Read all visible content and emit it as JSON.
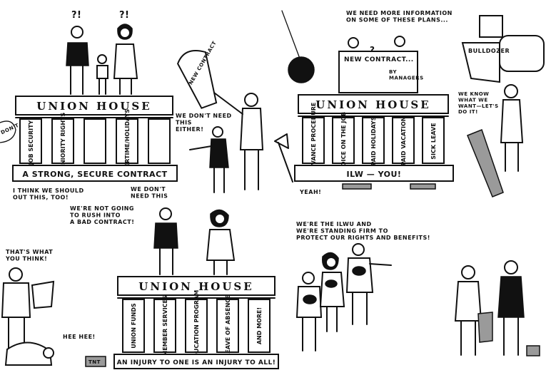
{
  "panel1": {
    "top_left_edge": "DON'T",
    "question_marks": [
      "?!",
      "?!"
    ],
    "house_title": "UNION HOUSE",
    "columns": [
      "JOB SECURITY",
      "SENIORITY RIGHTS",
      "",
      "OVERTIME/HOLIDAYS",
      ""
    ],
    "base": "A STRONG, SECURE CONTRACT",
    "bottom_left": "I THINK WE SHOULD\nOUT THIS, TOO!",
    "bottom_right": "WE DON'T\nNEED THIS",
    "scroll": "NEW CONTRACT",
    "bubble": "WE DON'T NEED\nTHIS\nEITHER!"
  },
  "panel2": {
    "speech_top": "WE NEED MORE INFORMATION\nON SOME OF THESE PLANS...",
    "question_mark": "?",
    "banner": "NEW CONTRACT...",
    "banner_sub": "BY\nMANAGERS",
    "bulldozer": "BULLDOZER",
    "house_title": "UNION HOUSE",
    "columns": [
      "GRIEVANCE PROCEDURE",
      "VOICE ON THE JOB",
      "PAID HOLIDAYS",
      "PAID VACATION",
      "SICK LEAVE"
    ],
    "base": "ILW — YOU!",
    "bottom_left": "YEAH!",
    "right_speech": "WE KNOW\nWHAT WE\nWANT—LET'S\nDO IT!"
  },
  "panel3": {
    "speech": "WE'RE NOT GOING\nTO RUSH INTO\nA BAD CONTRACT!",
    "left_speech": "THAT'S WHAT\nYOU THINK!",
    "heehee": "HEE HEE!",
    "dynamite": "TNT",
    "house_title": "UNION HOUSE",
    "columns": [
      "UNION FUNDS",
      "MEMBER SERVICES",
      "EDUCATION PROGRAM",
      "LEAVE OF ABSENCE",
      "AND MORE!"
    ],
    "base": "AN INJURY TO ONE IS AN INJURY TO ALL!"
  },
  "panel4": {
    "speech": "WE'RE THE ILWU AND\nWE'RE STANDING FIRM TO\nPROTECT OUR RIGHTS AND BENEFITS!"
  }
}
